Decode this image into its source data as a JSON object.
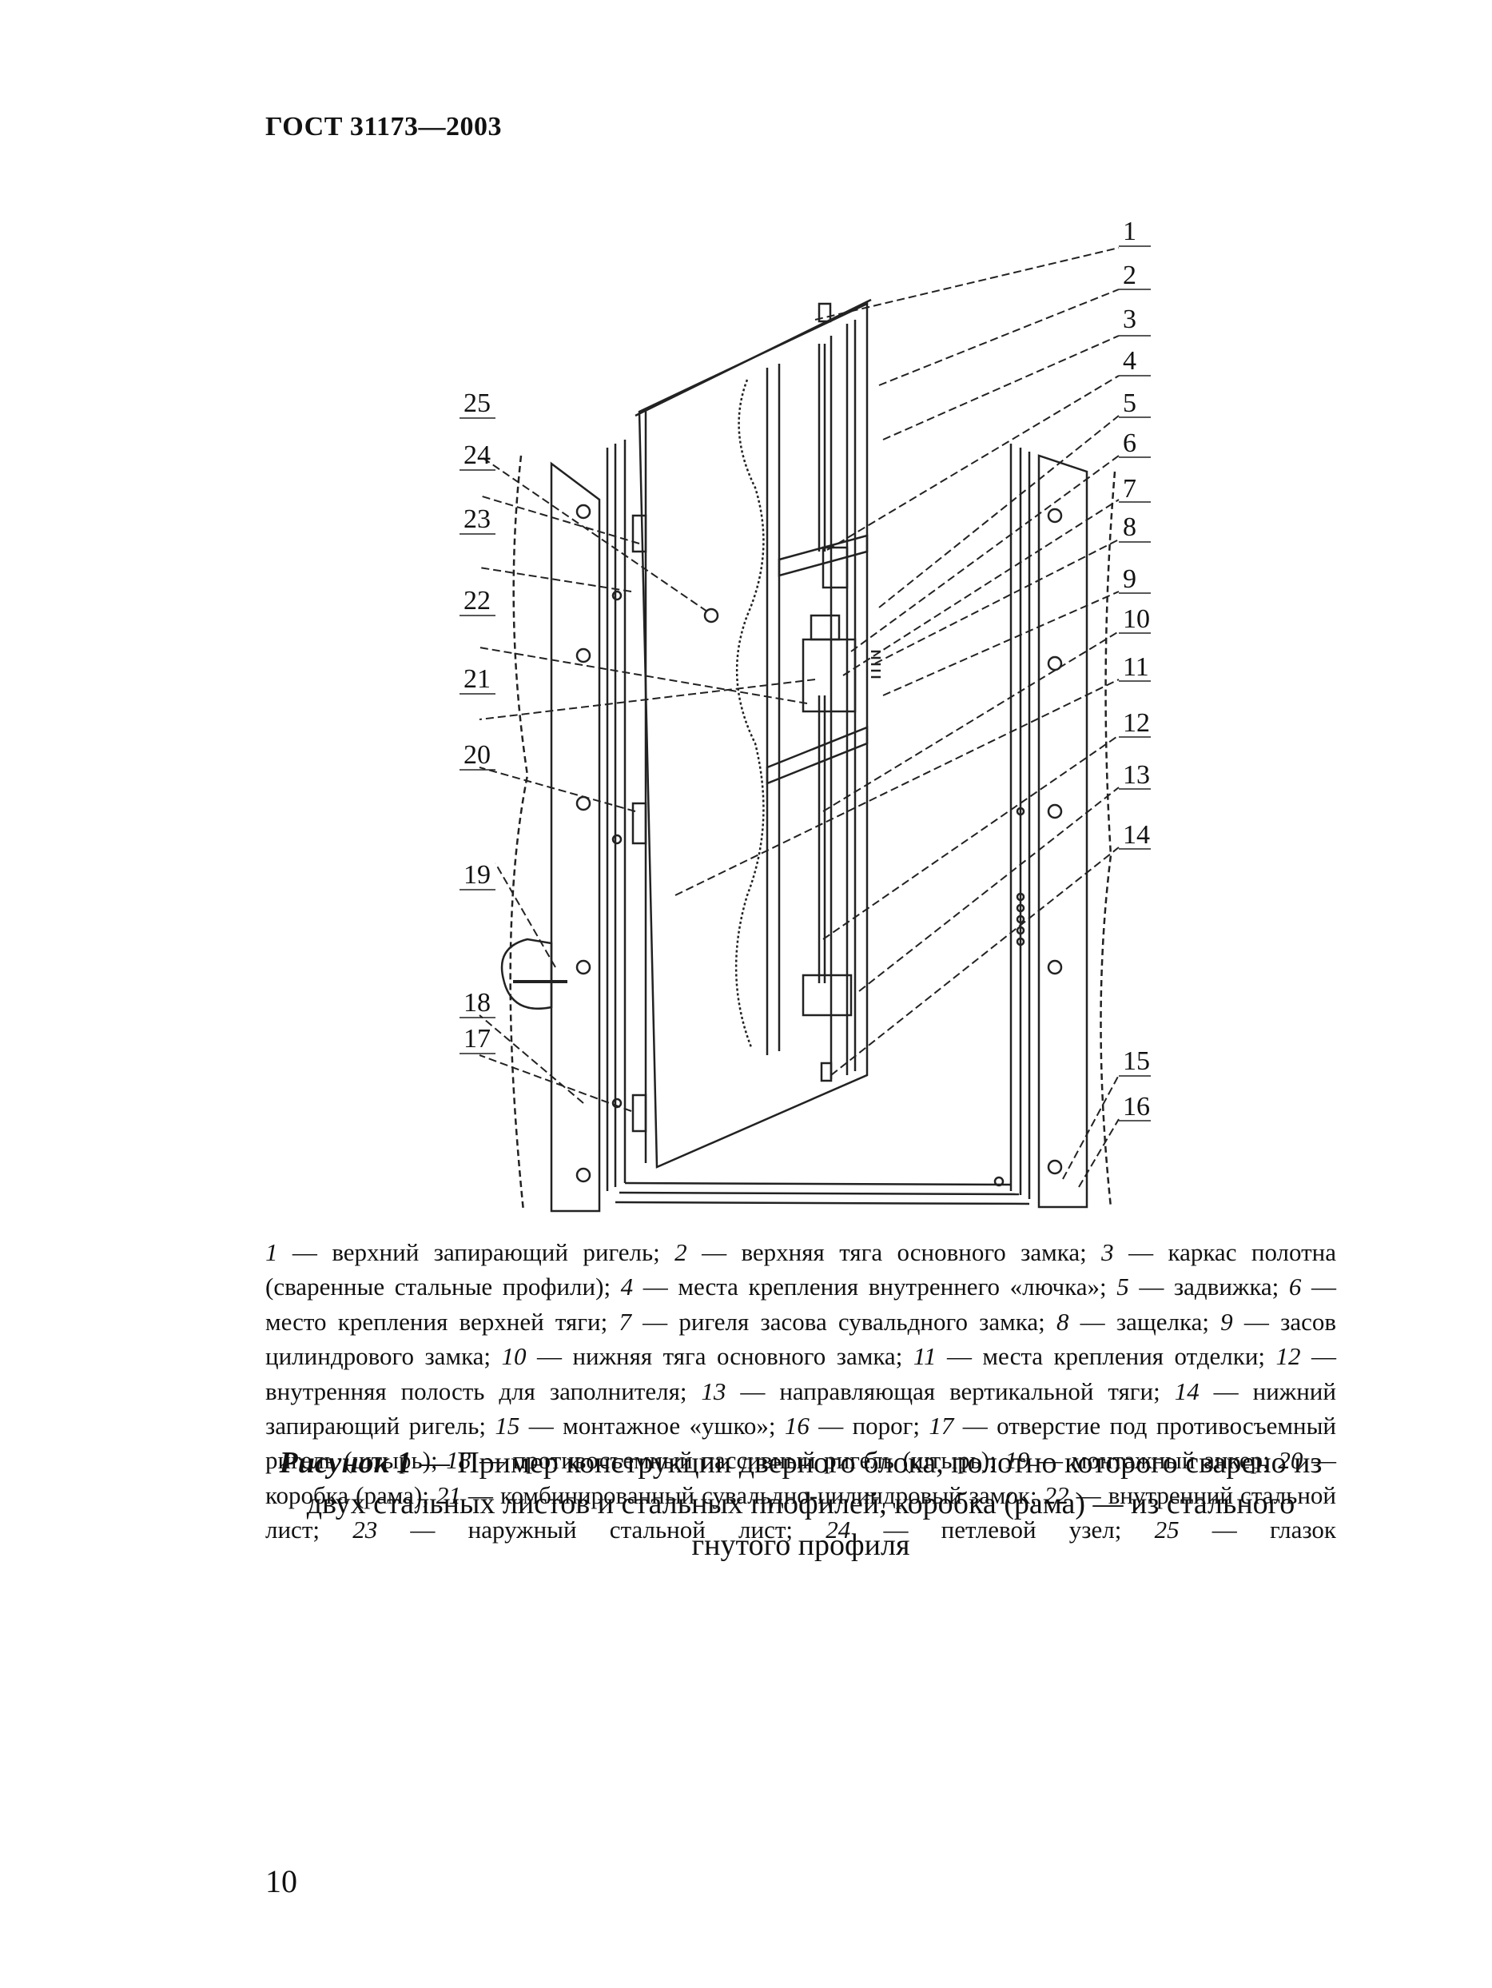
{
  "header": {
    "standard": "ГОСТ 31173—2003"
  },
  "figure": {
    "callouts": [
      "1",
      "2",
      "3",
      "4",
      "5",
      "6",
      "7",
      "8",
      "9",
      "10",
      "11",
      "12",
      "13",
      "14",
      "15",
      "16",
      "17",
      "18",
      "19",
      "20",
      "21",
      "22",
      "23",
      "24",
      "25"
    ]
  },
  "legend": [
    {
      "num": "1",
      "text": " — верхний запирающий ригель; "
    },
    {
      "num": "2",
      "text": " — верхняя тяга основного замка; "
    },
    {
      "num": "3",
      "text": " — каркас полотна (сваренные стальные профили); "
    },
    {
      "num": "4",
      "text": " — места крепления внутреннего «лючка»; "
    },
    {
      "num": "5",
      "text": " — задвижка; "
    },
    {
      "num": "6",
      "text": " — место крепления верхней тяги; "
    },
    {
      "num": "7",
      "text": " — ригеля засова сувальдного замка; "
    },
    {
      "num": "8",
      "text": " — защелка; "
    },
    {
      "num": "9",
      "text": " — засов цилиндрового замка; "
    },
    {
      "num": "10",
      "text": " — нижняя тяга основного замка; "
    },
    {
      "num": "11",
      "text": " — места крепления отделки; "
    },
    {
      "num": "12",
      "text": " — внутренняя полость для заполнителя; "
    },
    {
      "num": "13",
      "text": " — направляющая вертикальной тяги; "
    },
    {
      "num": "14",
      "text": " — нижний запирающий ригель; "
    },
    {
      "num": "15",
      "text": " — монтажное «ушко»; "
    },
    {
      "num": "16",
      "text": " — порог; "
    },
    {
      "num": "17",
      "text": " — отверстие под противосъемный ригель (штырь); "
    },
    {
      "num": "18",
      "text": " — противосъемный пассивный ригель (штырь); "
    },
    {
      "num": "19",
      "text": " — монтажный анкер; "
    },
    {
      "num": "20",
      "text": " — коробка (рама); "
    },
    {
      "num": "21",
      "text": " — комбинированный сувальдно-цилиндровый замок; "
    },
    {
      "num": "22",
      "text": " — внутренний стальной лист; "
    },
    {
      "num": "23",
      "text": " — наружный стальной лист; "
    },
    {
      "num": "24",
      "text": " — петлевой узел; "
    },
    {
      "num": "25",
      "text": " — глазок"
    }
  ],
  "caption": {
    "label": "Рисунок 1",
    "text": " — Пример конструкции дверного блока, полотно которого сварено из двух стальных листов и стальных ппофилей, коробка (рама) — из стального гнутого профиля"
  },
  "page_number": "10"
}
